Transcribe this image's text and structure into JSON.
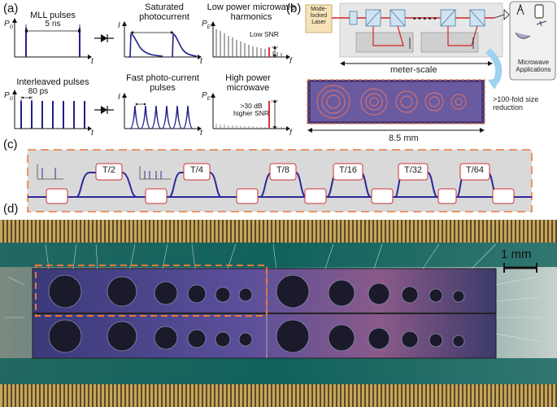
{
  "panels": {
    "a": {
      "letter": "(a)",
      "top_row": {
        "mll_title": "MLL pulses",
        "spacing": "5 ns",
        "pd_title": "Saturated photocurrent",
        "spec_title": "Low power microwave harmonics",
        "snr": "Low SNR"
      },
      "bottom_row": {
        "title": "Interleaved pulses",
        "spacing": "80 ps",
        "pd_title": "Fast photo-current pulses",
        "spec_title": "High power microwave",
        "snr": ">30 dB higher SNR"
      },
      "axes": {
        "po": "P",
        "po_sub": "O",
        "t": "t",
        "i": "I",
        "pe": "P",
        "pe_sub": "E",
        "f": "f"
      }
    },
    "b": {
      "letter": "(b)",
      "laser": "Mode-locked Laser",
      "scale": "meter-scale",
      "apps": "Microwave Applications",
      "reduction": ">100-fold size reduction",
      "chip_size": "8.5 mm"
    },
    "c": {
      "letter": "(c)",
      "delays": [
        "T/2",
        "T/4",
        "T/8",
        "T/16",
        "T/32",
        "T/64"
      ]
    },
    "d": {
      "letter": "(d)",
      "scale_bar": "1 mm"
    }
  },
  "colors": {
    "pulse_blue": "#1f1f8a",
    "waveguide": "#2a2a9a",
    "orange": "#e8783a",
    "red": "#d42020",
    "grey_bg": "#d9d9d9",
    "chip_purple": "#5c4a9a"
  }
}
